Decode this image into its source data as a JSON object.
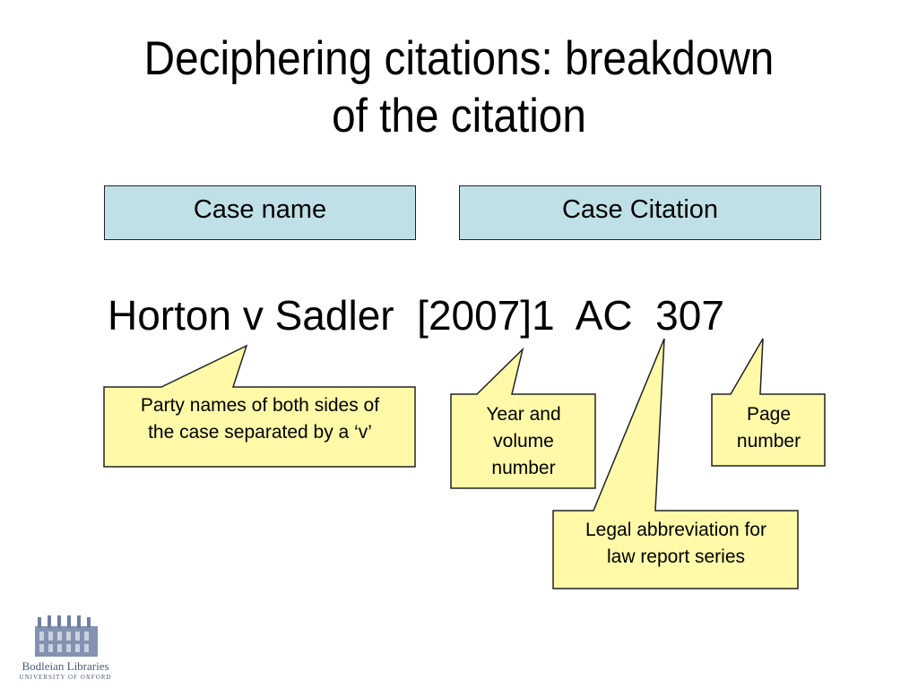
{
  "slide": {
    "title_line1": "Deciphering citations: breakdown",
    "title_line2": "of the citation",
    "header_boxes": [
      {
        "label": "Case name"
      },
      {
        "label": "Case Citation"
      }
    ],
    "citation": {
      "case_name": "Horton v Sadler",
      "year_volume": "[2007]1",
      "report_series": "AC",
      "page": "307"
    },
    "callouts": [
      {
        "line1": "Party names of both sides of",
        "line2": "the case separated by a ‘v’"
      },
      {
        "line1": "Year and",
        "line2": "volume",
        "line3": "number"
      },
      {
        "line1": "Legal abbreviation for",
        "line2": "law report series"
      },
      {
        "line1": "Page",
        "line2": "number"
      }
    ],
    "colors": {
      "header_box_fill": "#bfe0e6",
      "callout_fill": "#fff9a8",
      "outline": "#222222"
    }
  },
  "logo": {
    "name": "Bodleian Libraries",
    "subtitle": "UNIVERSITY OF OXFORD",
    "icon": "bodleian-building-icon"
  }
}
